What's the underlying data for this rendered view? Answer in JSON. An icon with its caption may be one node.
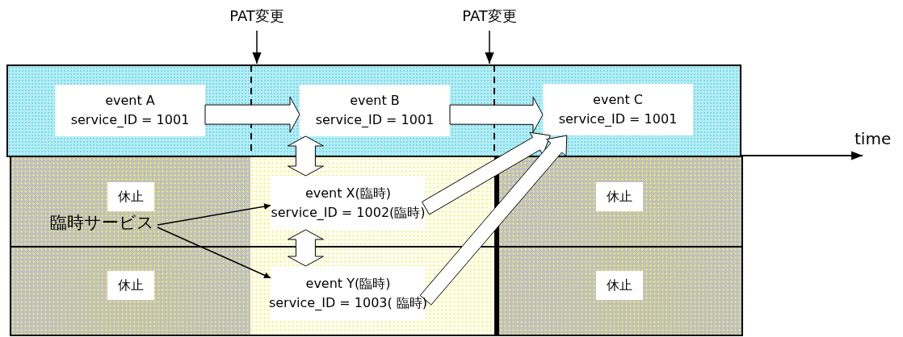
{
  "diagram": {
    "nodes": [
      {
        "text": [
          "event A",
          "service_ID = 1001"
        ]
      },
      {
        "text": [
          "event B",
          "service_ID = 1001"
        ]
      },
      {
        "text": [
          "event C",
          "service_ID = 1001"
        ]
      },
      {
        "text": [
          "休止"
        ]
      },
      {
        "text": [
          "event X(臨時)",
          "service_ID = 1002(臨時)"
        ]
      },
      {
        "text": [
          "休止"
        ]
      },
      {
        "text": [
          "休止"
        ]
      },
      {
        "text": [
          "event Y(臨時)",
          "service_ID = 1003( 臨時)"
        ]
      },
      {
        "text": [
          "休止"
        ]
      },
      {
        "text": [
          "臨時サービス"
        ]
      },
      {
        "text": [
          "PAT変更"
        ]
      },
      {
        "text": [
          "PAT変更"
        ]
      }
    ],
    "edges": [
      {
        "from": 0,
        "to": 1,
        "arrow": "to"
      },
      {
        "from": 1,
        "to": 2,
        "arrow": "to"
      },
      {
        "from": 1,
        "to": 4,
        "arrow": "both"
      },
      {
        "from": 4,
        "to": 7,
        "arrow": "both"
      },
      {
        "from": 4,
        "to": 2,
        "arrow": "to"
      },
      {
        "from": 7,
        "to": 2,
        "arrow": "to"
      },
      {
        "from": 9,
        "to": 4,
        "arrow": "to"
      },
      {
        "from": 9,
        "to": 7,
        "arrow": "to"
      },
      {
        "from": 10,
        "to": null,
        "arrow": "to"
      },
      {
        "from": 11,
        "to": null,
        "arrow": "to"
      }
    ],
    "labels": [
      "time"
    ]
  }
}
